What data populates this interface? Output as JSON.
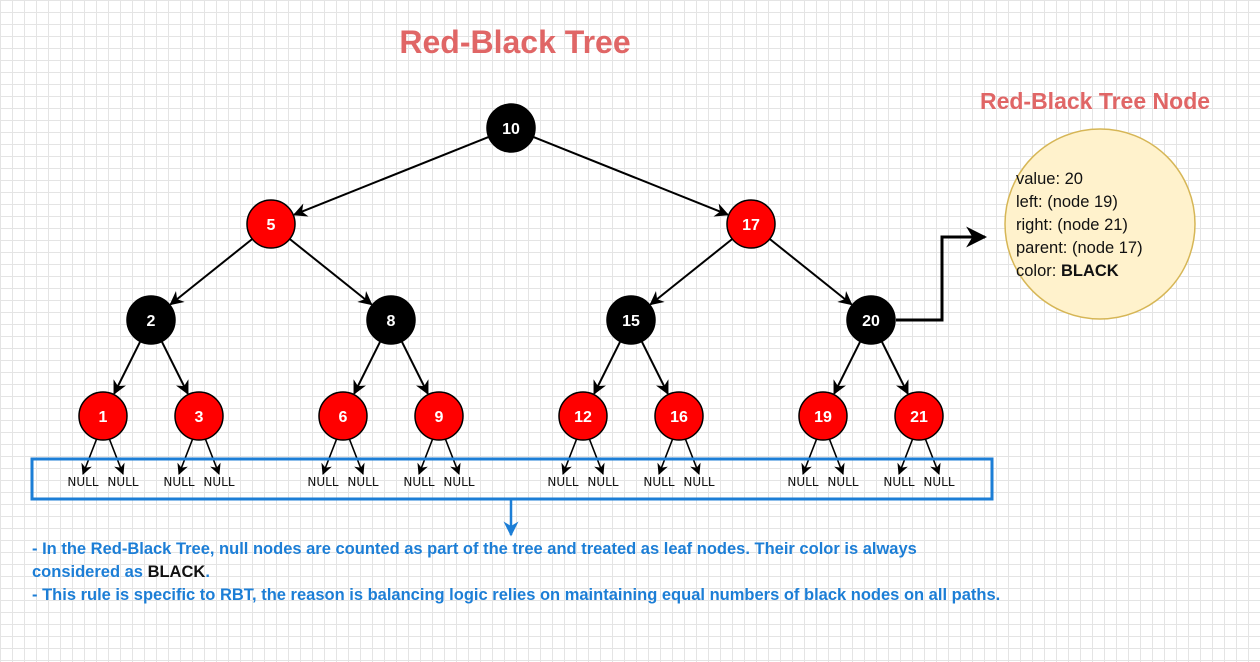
{
  "title": "Red-Black Tree",
  "colors": {
    "accent": "#e06666",
    "red": "#ff0000",
    "black": "#000000",
    "blue": "#1c7ed6",
    "info_fill": "#fff2cc",
    "info_stroke": "#d6b656"
  },
  "tree": {
    "nodes": [
      {
        "id": "n10",
        "label": "10",
        "color": "black"
      },
      {
        "id": "n5",
        "label": "5",
        "color": "red"
      },
      {
        "id": "n17",
        "label": "17",
        "color": "red"
      },
      {
        "id": "n2",
        "label": "2",
        "color": "black"
      },
      {
        "id": "n8",
        "label": "8",
        "color": "black"
      },
      {
        "id": "n15",
        "label": "15",
        "color": "black"
      },
      {
        "id": "n20",
        "label": "20",
        "color": "black"
      },
      {
        "id": "n1",
        "label": "1",
        "color": "red"
      },
      {
        "id": "n3",
        "label": "3",
        "color": "red"
      },
      {
        "id": "n6",
        "label": "6",
        "color": "red"
      },
      {
        "id": "n9",
        "label": "9",
        "color": "red"
      },
      {
        "id": "n12",
        "label": "12",
        "color": "red"
      },
      {
        "id": "n16",
        "label": "16",
        "color": "red"
      },
      {
        "id": "n19",
        "label": "19",
        "color": "red"
      },
      {
        "id": "n21",
        "label": "21",
        "color": "red"
      }
    ],
    "edges": [
      [
        "n10",
        "n5"
      ],
      [
        "n10",
        "n17"
      ],
      [
        "n5",
        "n2"
      ],
      [
        "n5",
        "n8"
      ],
      [
        "n17",
        "n15"
      ],
      [
        "n17",
        "n20"
      ],
      [
        "n2",
        "n1"
      ],
      [
        "n2",
        "n3"
      ],
      [
        "n8",
        "n6"
      ],
      [
        "n8",
        "n9"
      ],
      [
        "n15",
        "n12"
      ],
      [
        "n15",
        "n16"
      ],
      [
        "n20",
        "n19"
      ],
      [
        "n20",
        "n21"
      ]
    ],
    "null_label": "NULL"
  },
  "node_info": {
    "title": "Red-Black Tree Node",
    "lines": [
      {
        "key": "value:",
        "value": "20"
      },
      {
        "key": "left:",
        "value": "(node 19)"
      },
      {
        "key": "right:",
        "value": "(node 21)"
      },
      {
        "key": "parent:",
        "value": "(node 17)"
      },
      {
        "key": "color:",
        "value": "BLACK"
      }
    ]
  },
  "note": {
    "line1_part1": "- In the Red-Black Tree, null nodes are counted as part of the tree and treated as leaf nodes. Their color is always considered as ",
    "line1_kw": "BLACK",
    "line1_part2": ".",
    "line2": "- This rule is specific to RBT, the reason is balancing logic relies on maintaining equal numbers of black nodes on all paths."
  }
}
